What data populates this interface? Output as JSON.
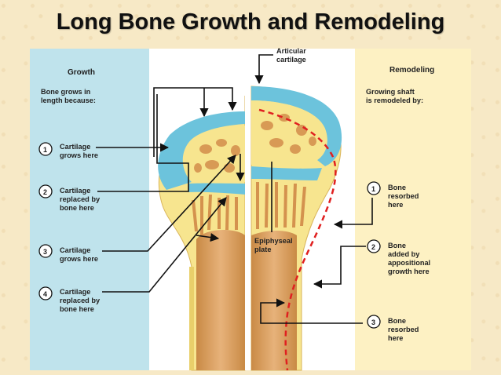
{
  "title": "Long Bone Growth and Remodeling",
  "growth": {
    "heading": "Growth",
    "intro": [
      "Bone grows in",
      "length because:"
    ],
    "steps": [
      {
        "num": "1",
        "lines": [
          "Cartilage",
          "grows here"
        ]
      },
      {
        "num": "2",
        "lines": [
          "Cartilage",
          "replaced by",
          "bone here"
        ]
      },
      {
        "num": "3",
        "lines": [
          "Cartilage",
          "grows here"
        ]
      },
      {
        "num": "4",
        "lines": [
          "Cartilage",
          "replaced by",
          "bone here"
        ]
      }
    ]
  },
  "remodeling": {
    "heading": "Remodeling",
    "intro": [
      "Growing shaft",
      "is remodeled by:"
    ],
    "steps": [
      {
        "num": "1",
        "lines": [
          "Bone",
          "resorbed",
          "here"
        ]
      },
      {
        "num": "2",
        "lines": [
          "Bone",
          "added by",
          "appositional",
          "growth here"
        ]
      },
      {
        "num": "3",
        "lines": [
          "Bone",
          "resorbed",
          "here"
        ]
      }
    ]
  },
  "center_labels": {
    "articular": [
      "Articular",
      "cartilage"
    ],
    "epiphyseal": [
      "Epiphyseal",
      "plate"
    ]
  },
  "colors": {
    "growth_panel": "#bfe3ec",
    "remodeling_panel": "#fdf1c3",
    "cartilage": "#6cc3dc",
    "bone": "#f7e58f",
    "marrow": "#d89a55",
    "resorption_line": "#e02020"
  }
}
